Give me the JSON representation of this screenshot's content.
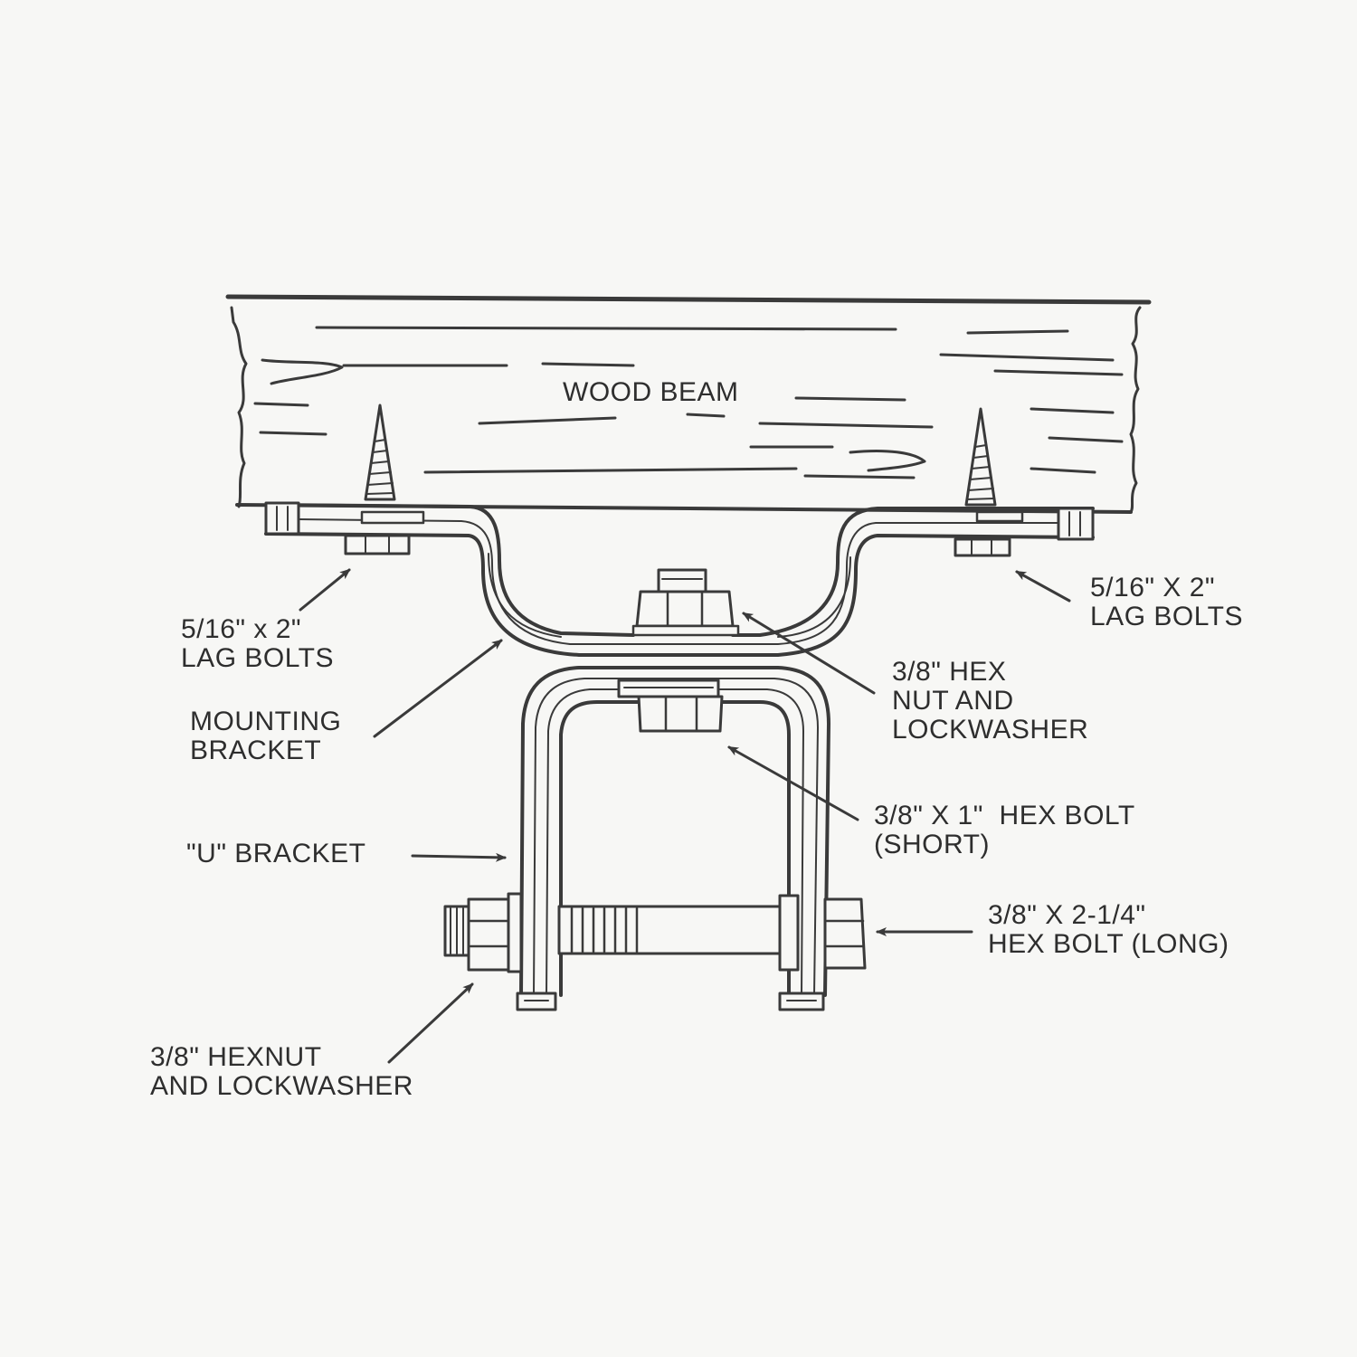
{
  "labels": {
    "wood_beam": "WOOD BEAM",
    "lag_bolts_left": "5/16\" x 2\"\nLAG BOLTS",
    "lag_bolts_right": "5/16\" X 2\"\nLAG BOLTS",
    "mounting_bracket": "MOUNTING\nBRACKET",
    "hex_nut_lockwasher_top": "3/8\" HEX\nNUT AND\nLOCKWASHER",
    "hex_bolt_short": "3/8\" X 1\"  HEX BOLT\n(SHORT)",
    "u_bracket": "\"U\" BRACKET",
    "hex_bolt_long": "3/8\" X 2-1/4\"\nHEX BOLT (LONG)",
    "hexnut_lockwasher_bottom": "3/8\" HEXNUT\nAND LOCKWASHER"
  }
}
